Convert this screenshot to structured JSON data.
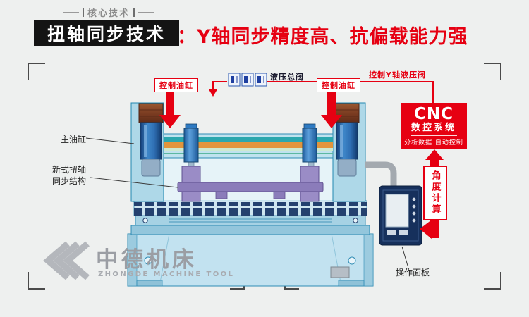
{
  "header": {
    "tagline": "核心技术",
    "title": "扭轴同步技术",
    "subtitle": "：Y轴同步精度高、抗偏载能力强"
  },
  "diagram": {
    "control_cylinder_left": "控制油缸",
    "control_cylinder_right": "控制油缸",
    "hydraulic_main_valve": "液压总阀",
    "control_y_axis_valve": "控制Y轴液压阀",
    "main_cylinder": "主油缸",
    "torsion_line1": "新式扭轴",
    "torsion_line2": "同步结构",
    "angle_calc": "角度计算",
    "operation_panel": "操作面板"
  },
  "cnc": {
    "title": "CNC",
    "subtitle": "数控系统",
    "caption": "分析数据 自动控制"
  },
  "logo": {
    "name": "中德机床",
    "subtitle": "ZHONGDE MACHINE TOOL"
  },
  "colors": {
    "accent_red": "#e60012",
    "machine_light_blue": "#b9dcec",
    "machine_navy": "#24416f",
    "torsion_purple": "#8b7cba",
    "beam_teal": "#2aa7ad",
    "beam_orange": "#e2953c",
    "logo_gray": "#9b9ea4"
  }
}
